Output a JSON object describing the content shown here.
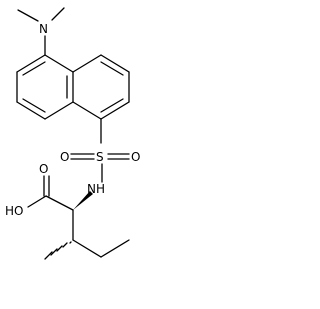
{
  "molecule": {
    "atom_labels": {
      "dimethylamino_n": "N",
      "sulfonyl_s": "S",
      "sulfonyl_o_left": "O",
      "sulfonyl_o_right": "O",
      "amide_nh": "NH",
      "hydroxyl": "HO",
      "carbonyl_o": "O"
    }
  },
  "colors": {
    "bond": "#000000",
    "background": "#ffffff"
  }
}
